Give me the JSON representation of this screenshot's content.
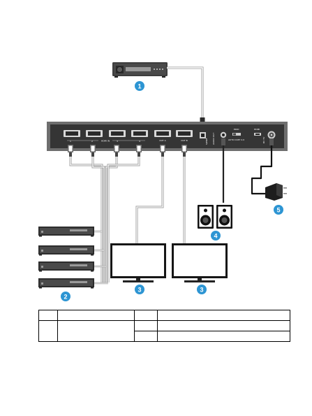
{
  "panel": {
    "hdmi_in_label": "HDMI IN",
    "out_a_label": "OUT A",
    "out_b_label": "OUT B",
    "spdif_label": "S/PDIF",
    "audio_out_label": "AUDIO OUT",
    "edid_label": "EDID",
    "edid_options": "AUTO  COPY  2.0",
    "hdmi_label": "HDMI",
    "port_numbers": [
      "1",
      "2",
      "3",
      "4"
    ],
    "power_label": "DC 5V"
  },
  "callouts": {
    "amplifier": "1",
    "sources": "2",
    "display_a": "3",
    "display_b": "3",
    "speakers": "4",
    "power_adapter": "5"
  },
  "legend": {
    "rows": [
      [
        "",
        "",
        "",
        ""
      ],
      [
        "",
        "",
        "",
        ""
      ],
      [
        "",
        "",
        "",
        ""
      ]
    ]
  }
}
